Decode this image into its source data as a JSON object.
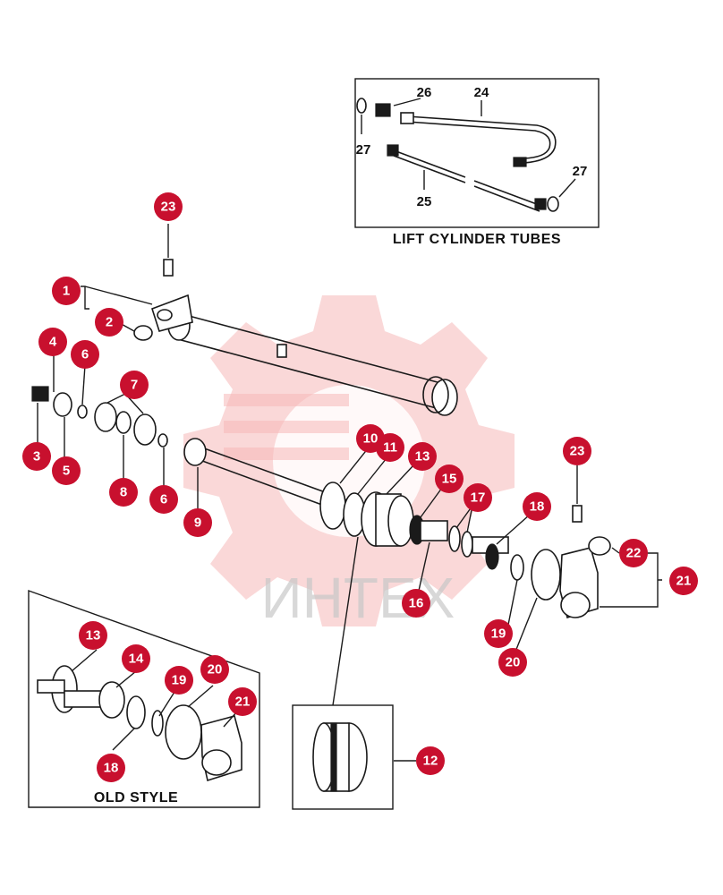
{
  "insets": {
    "lift_cylinder_tubes": {
      "caption": "LIFT CYLINDER TUBES",
      "labels": [
        "24",
        "25",
        "26",
        "27",
        "27"
      ]
    },
    "old_style": {
      "caption": "OLD STYLE"
    }
  },
  "watermark": {
    "text": "ИНТЕХ"
  },
  "callouts": {
    "c1": "1",
    "c2": "2",
    "c3": "3",
    "c4": "4",
    "c5": "5",
    "c6a": "6",
    "c6b": "6",
    "c7": "7",
    "c8": "8",
    "c9": "9",
    "c10": "10",
    "c11": "11",
    "c12": "12",
    "c13": "13",
    "c15": "15",
    "c16": "16",
    "c17": "17",
    "c18": "18",
    "c19": "19",
    "c20": "20",
    "c21": "21",
    "c22": "22",
    "c23a": "23",
    "c23b": "23",
    "o13": "13",
    "o14": "14",
    "o18": "18",
    "o19": "19",
    "o20": "20",
    "o21": "21"
  },
  "colors": {
    "callout": "#c8102e",
    "line": "#1a1a1a",
    "watermark_gear": "#f5b8b8"
  }
}
